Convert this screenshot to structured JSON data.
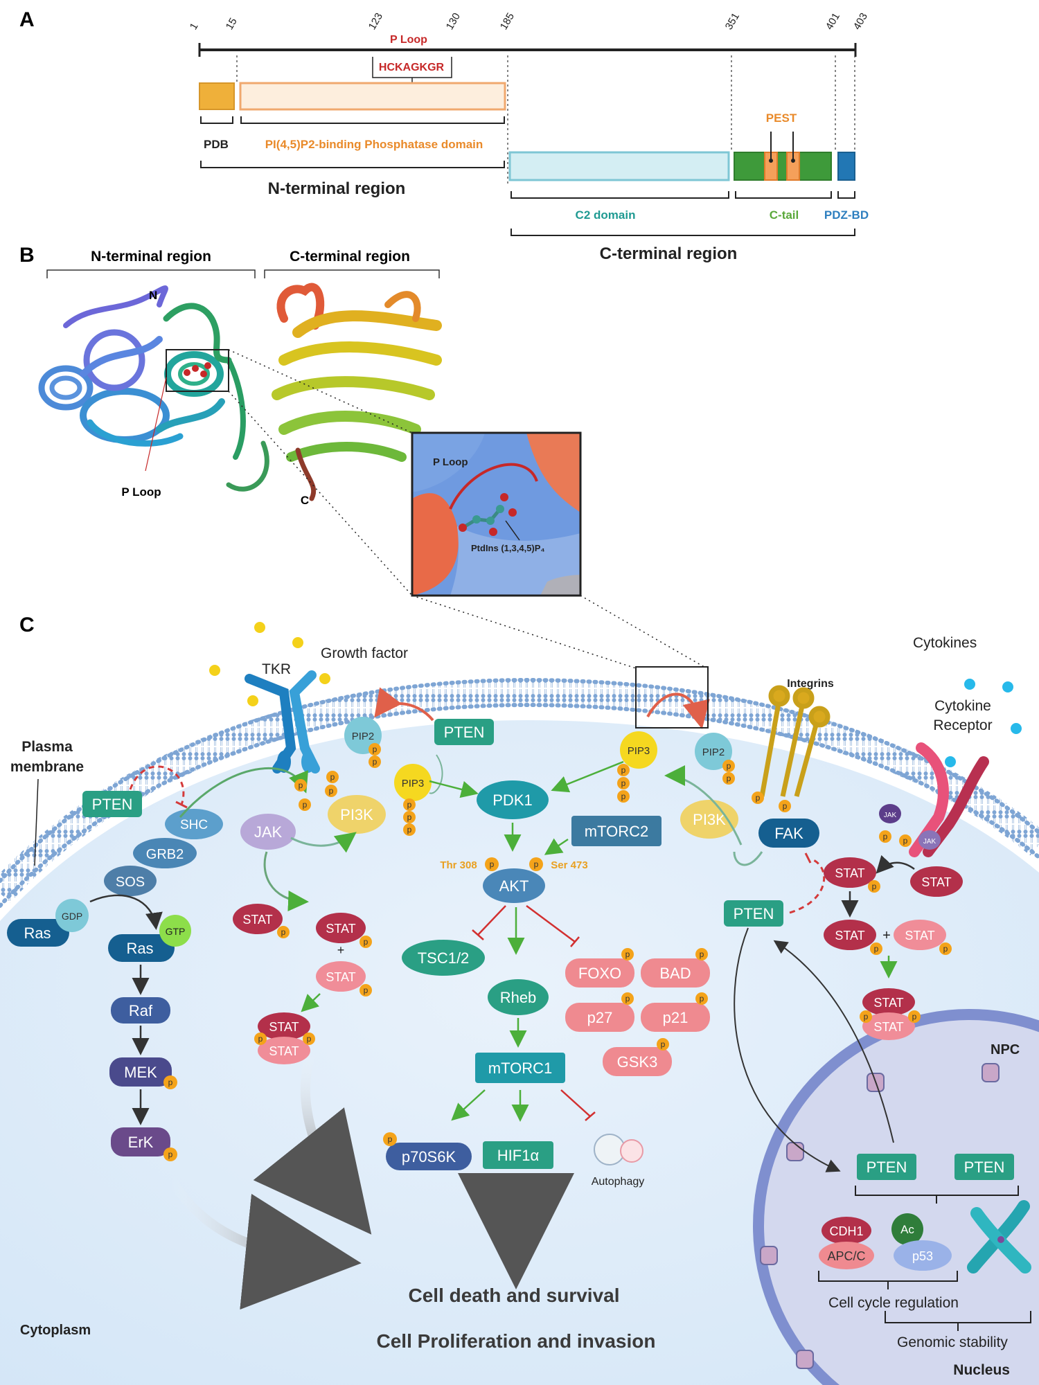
{
  "panel_labels": {
    "a": "A",
    "b": "B",
    "c": "C"
  },
  "colors": {
    "pdb": "#efb03a",
    "phosphatase": "#fdeedd",
    "c2": "#d4eef3",
    "ctail": "#3e9a3a",
    "pest": "#f5a05a",
    "pdzbd": "#2277b4",
    "red": "#c62828",
    "orange": "#e98a2a",
    "teal": "#1f9a92",
    "green": "#5aa83a",
    "blue": "#2e7fbf",
    "pten": "#2a9f84",
    "stat": "#b3304a",
    "stat_light": "#f08d98",
    "p": "#f4a31a",
    "pink": "#ef8a90"
  },
  "panel_a": {
    "positions": [
      "1",
      "15",
      "123",
      "130",
      "185",
      "351",
      "401",
      "403"
    ],
    "p_loop": "P Loop",
    "motif": "HCKAGKGR",
    "pdb": "PDB",
    "phosphatase": "PI(4,5)P2-binding Phosphatase domain",
    "n_terminal": "N-terminal region",
    "pest": "PEST",
    "c2": "C2 domain",
    "ctail": "C-tail",
    "pdzbd": "PDZ-BD",
    "c_terminal": "C-terminal region"
  },
  "panel_b": {
    "n_region": "N-terminal region",
    "c_region": "C-terminal region",
    "n": "N",
    "c": "C",
    "p_loop": "P Loop",
    "inset_p_loop": "P Loop",
    "ptdins": "PtdIns (1,3,4,5)P₄"
  },
  "panel_c": {
    "growth_factor": "Growth factor",
    "tkr": "TKR",
    "cytokines": "Cytokines",
    "cytokine_receptor_1": "Cytokine",
    "cytokine_receptor_2": "Receptor",
    "integrins": "Integrins",
    "plasma_1": "Plasma",
    "plasma_2": "membrane",
    "pten": "PTEN",
    "shc": "SHC",
    "grb2": "GRB2",
    "sos": "SOS",
    "gdp": "GDP",
    "gtp": "GTP",
    "ras": "Ras",
    "raf": "Raf",
    "mek": "MEK",
    "erk": "ErK",
    "pip2": "PIP2",
    "pip3": "PIP3",
    "pi3k": "PI3K",
    "jak": "JAK",
    "stat": "STAT",
    "plus": "+",
    "p": "p",
    "pdk1": "PDK1",
    "mtorc2": "mTORC2",
    "akt": "AKT",
    "thr308": "Thr 308",
    "ser473": "Ser 473",
    "tsc": "TSC1/2",
    "rheb": "Rheb",
    "mtorc1": "mTORC1",
    "p70s6k": "p70S6K",
    "hif1a": "HIF1α",
    "autophagy": "Autophagy",
    "foxo": "FOXO",
    "bad": "BAD",
    "p27": "p27",
    "p21": "p21",
    "gsk3": "GSK3",
    "fak": "FAK",
    "npc": "NPC",
    "cdh1": "CDH1",
    "apcc": "APC/C",
    "ac": "Ac",
    "p53": "p53",
    "cell_cycle": "Cell cycle regulation",
    "genomic": "Genomic stability",
    "nucleus": "Nucleus",
    "cytoplasm": "Cytoplasm",
    "death_survival": "Cell death and survival",
    "proliferation": "Cell Proliferation and invasion"
  }
}
